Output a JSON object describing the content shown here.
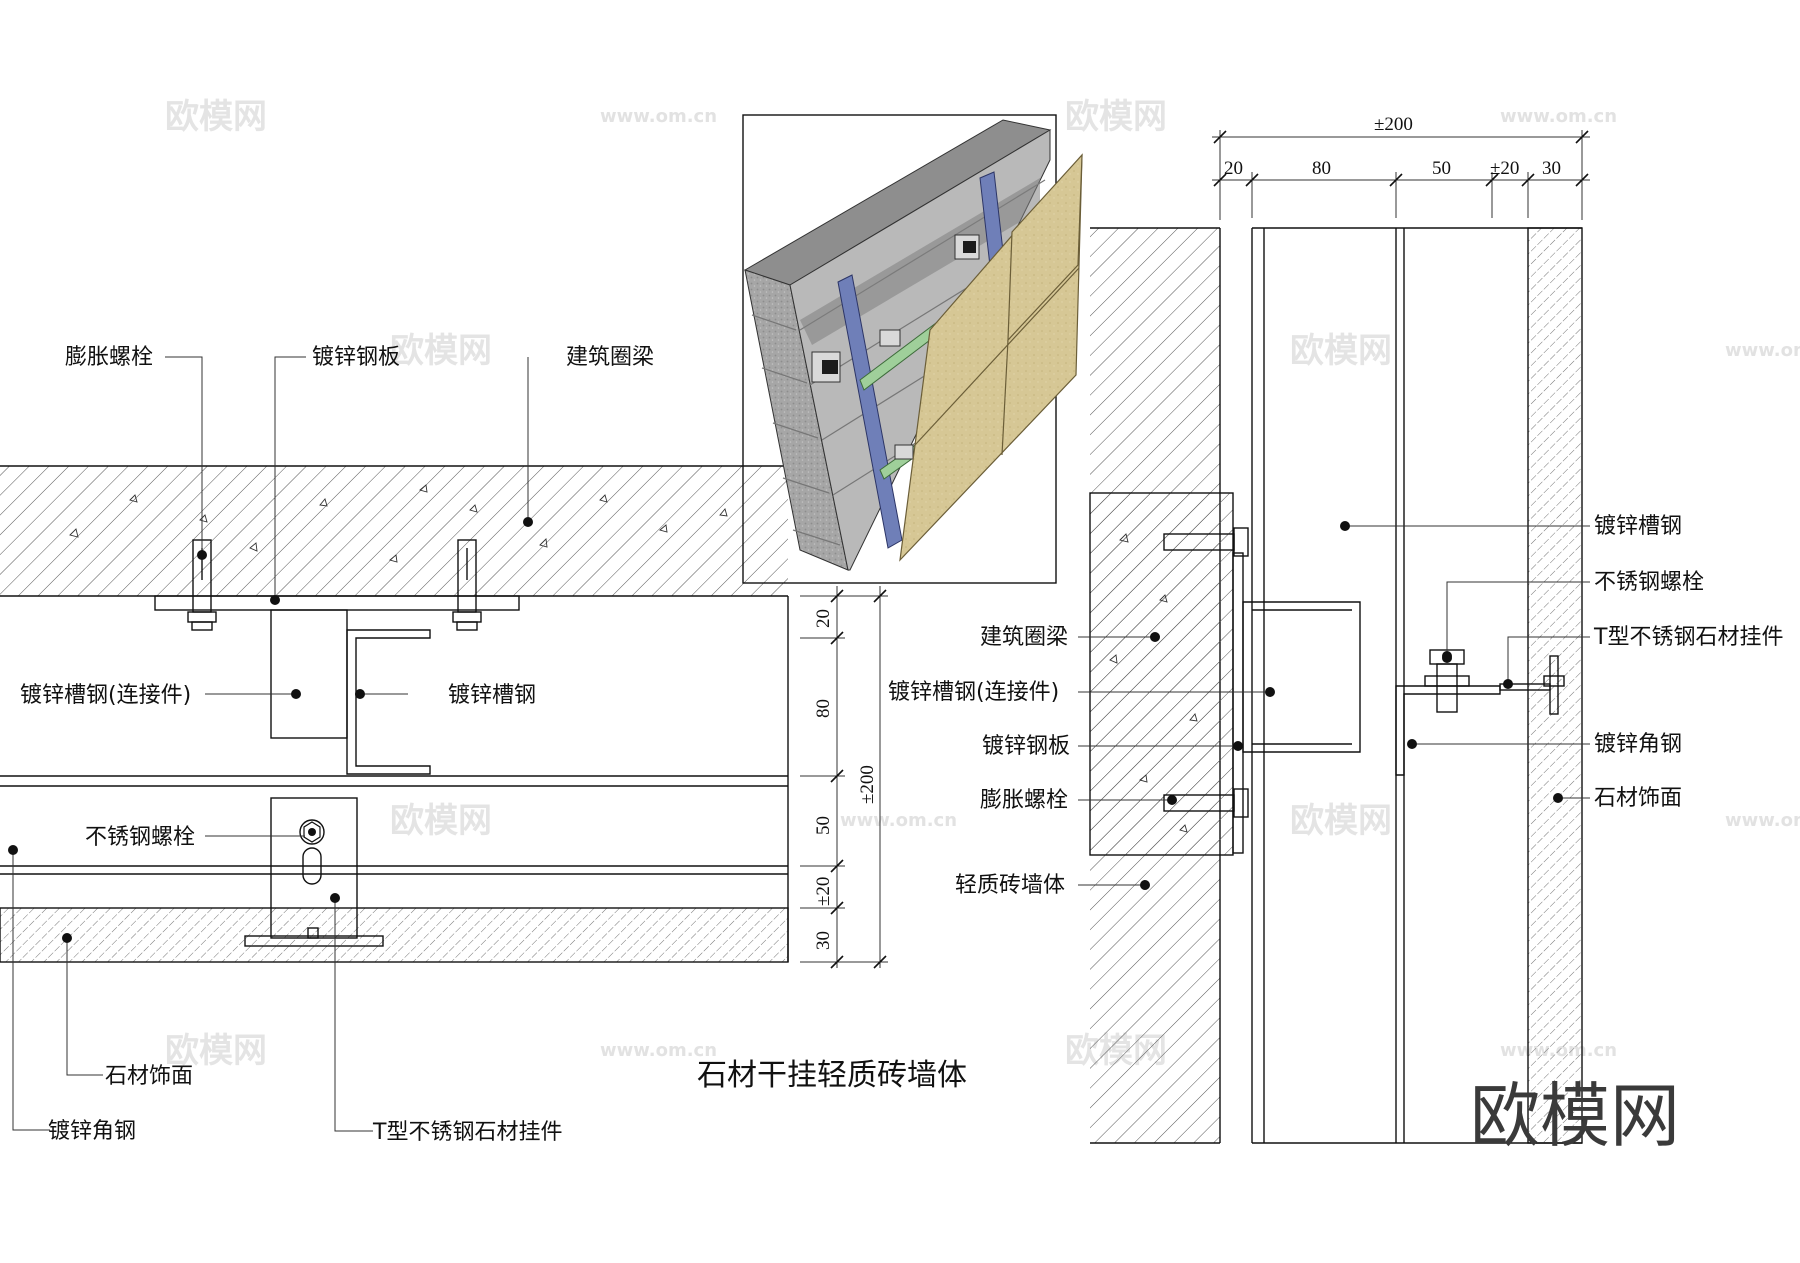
{
  "title": "石材干挂轻质砖墙体",
  "logo": "欧模网",
  "watermark": {
    "brand": "欧模网",
    "url": "www.om.cn"
  },
  "plan_view": {
    "labels": {
      "expansion_bolt": "膨胀螺栓",
      "galv_steel_plate": "镀锌钢板",
      "ring_beam": "建筑圈梁",
      "galv_channel_connector": "镀锌槽钢(连接件)",
      "galv_channel": "镀锌槽钢",
      "ss_bolt": "不锈钢螺栓",
      "stone_facing": "石材饰面",
      "galv_angle": "镀锌角钢",
      "t_hanger": "T型不锈钢石材挂件"
    },
    "dims": {
      "d1": "20",
      "d2": "80",
      "d3": "50",
      "d4": "±20",
      "d5": "30",
      "total": "±200"
    }
  },
  "section_view": {
    "labels": {
      "galv_channel": "镀锌槽钢",
      "ss_bolt": "不锈钢螺栓",
      "t_hanger": "T型不锈钢石材挂件",
      "galv_angle": "镀锌角钢",
      "stone_facing": "石材饰面",
      "ring_beam": "建筑圈梁",
      "galv_channel_connector": "镀锌槽钢(连接件)",
      "galv_steel_plate": "镀锌钢板",
      "expansion_bolt": "膨胀螺栓",
      "light_brick_wall": "轻质砖墙体"
    },
    "dims": {
      "total": "±200",
      "d1": "20",
      "d2": "80",
      "d3": "50",
      "d4": "±20",
      "d5": "30"
    }
  },
  "colors": {
    "line": "#111111",
    "block": "#a9a9a9",
    "mortar": "#7a7a7a",
    "stone_board": "#d8c99a",
    "steel_channel": "#6f7fb8",
    "green_rail": "#9fcf9a",
    "watermark": "#cfcfcf"
  }
}
